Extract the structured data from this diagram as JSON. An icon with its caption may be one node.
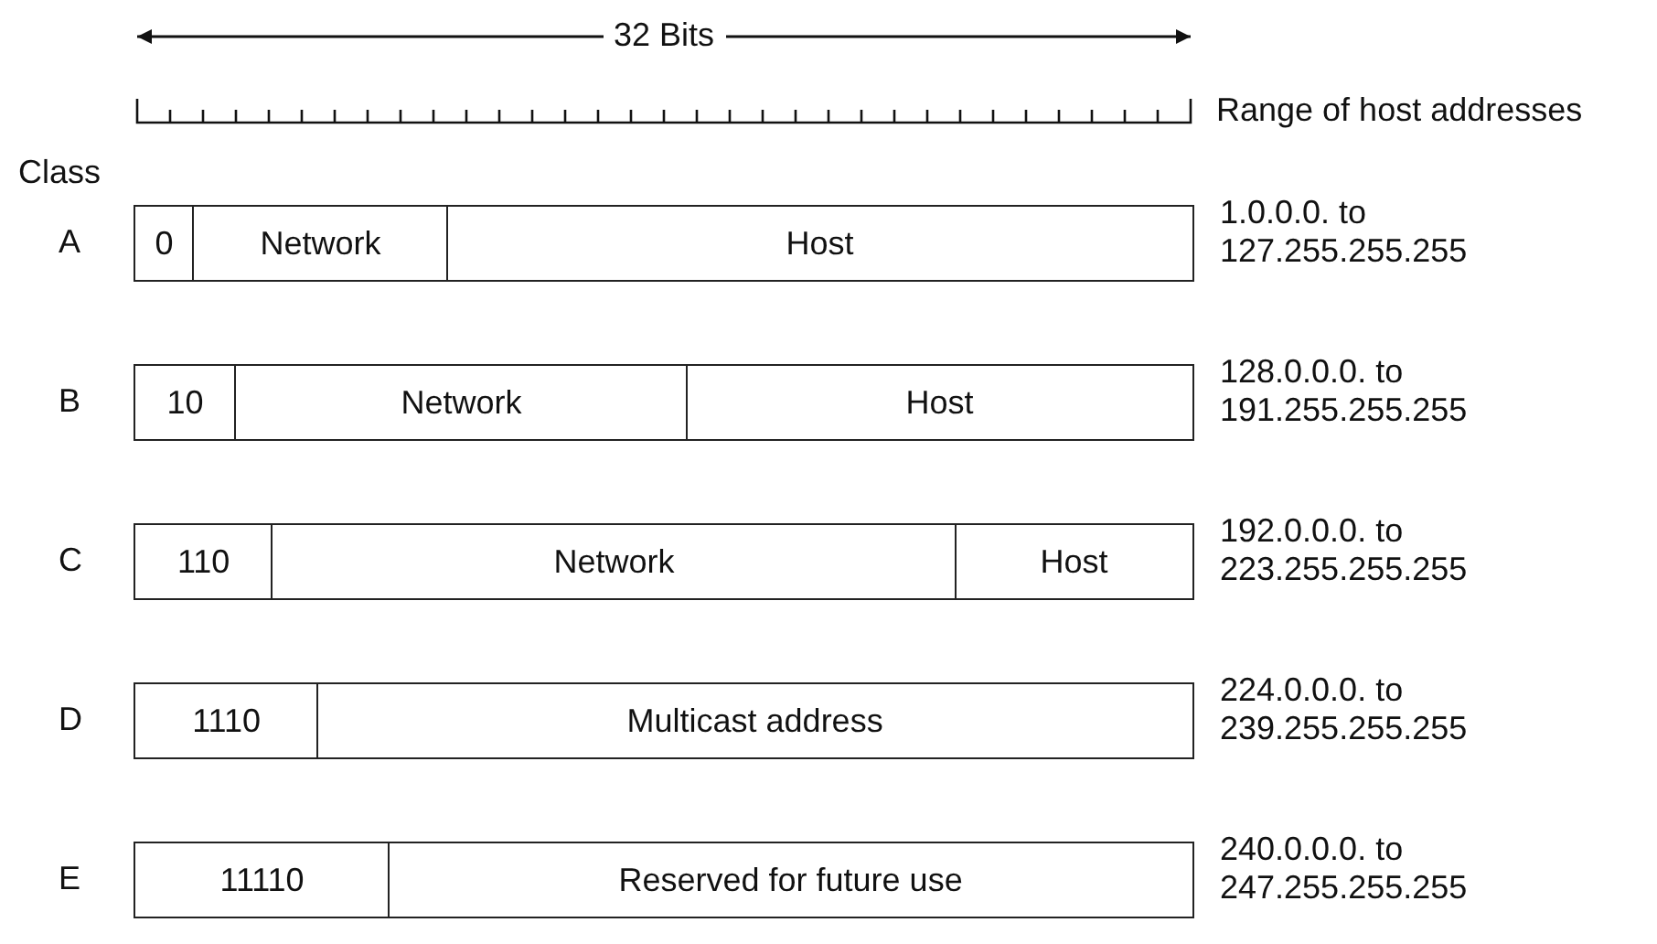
{
  "diagram": {
    "nodes": [
      {
        "text": [
          "0"
        ]
      },
      {
        "text": [
          "Network"
        ]
      },
      {
        "text": [
          "Host"
        ]
      },
      {
        "text": [
          "10"
        ]
      },
      {
        "text": [
          "Network"
        ]
      },
      {
        "text": [
          "Host"
        ]
      },
      {
        "text": [
          "110"
        ]
      },
      {
        "text": [
          "Network"
        ]
      },
      {
        "text": [
          "Host"
        ]
      },
      {
        "text": [
          "1110"
        ]
      },
      {
        "text": [
          "Multicast address"
        ]
      },
      {
        "text": [
          "11110"
        ]
      },
      {
        "text": [
          "Reserved for future use"
        ]
      }
    ],
    "edges": [],
    "labels": [
      "32 Bits",
      "Range of host addresses",
      "Class",
      "A",
      "1.0.0.0. to 127.255.255.255",
      "B",
      "128.0.0.0. to 191.255.255.255",
      "C",
      "192.0.0.0. to 223.255.255.255",
      "D",
      "224.0.0.0. to 239.255.255.255",
      "E",
      "240.0.0.0. to 247.255.255.255"
    ]
  }
}
